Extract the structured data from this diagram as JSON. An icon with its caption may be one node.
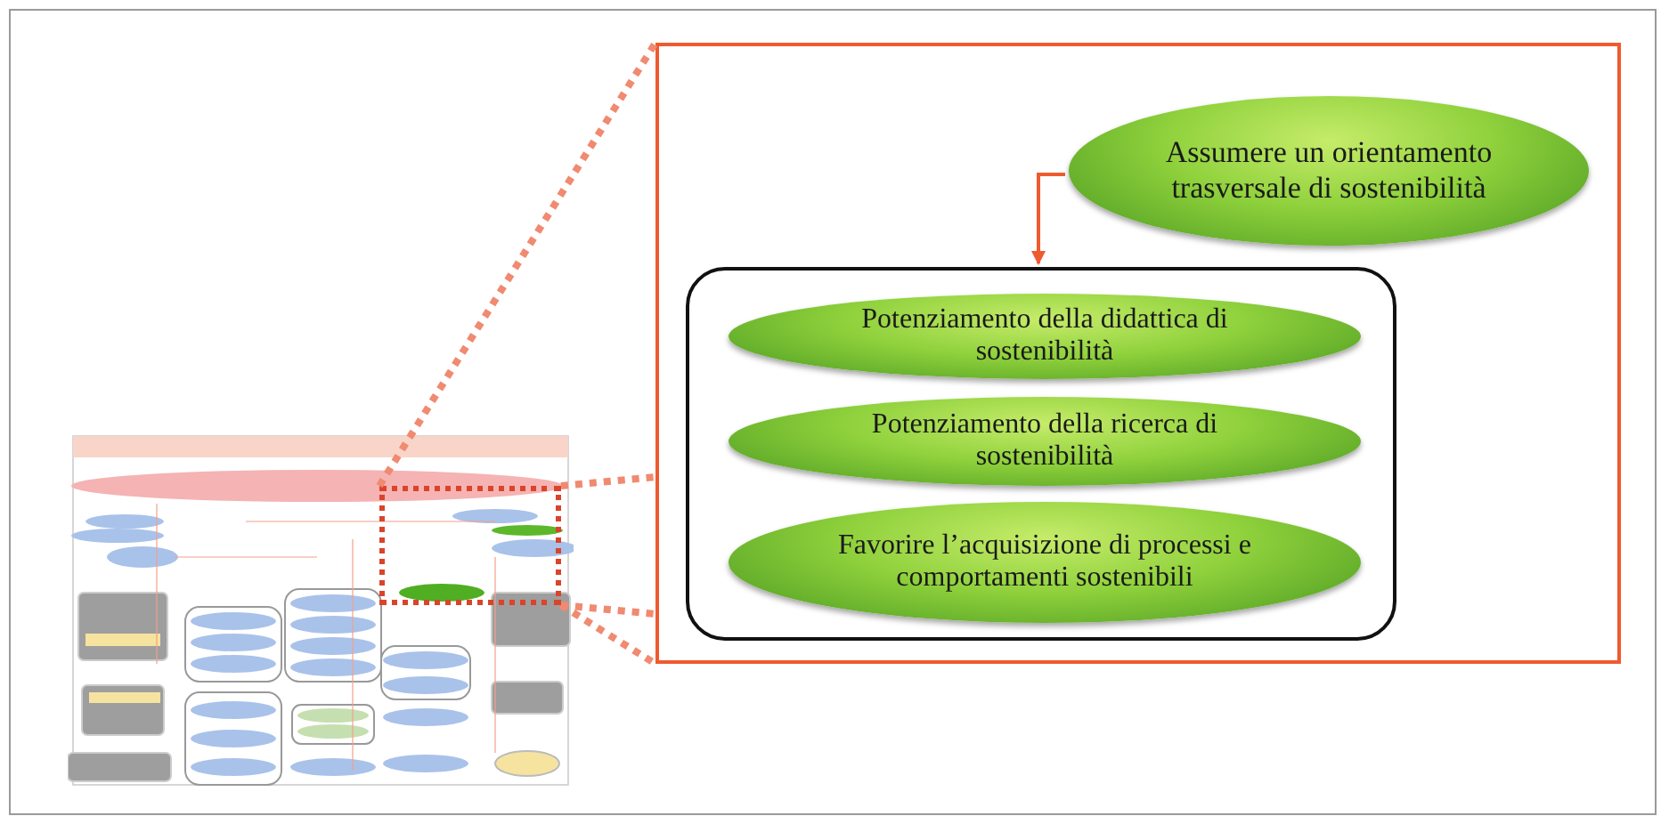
{
  "diagram": {
    "nodes": [
      {
        "text": [],
        "shape": "picture"
      },
      {
        "text": [],
        "shape": "box",
        "in": 0
      },
      {
        "text": [],
        "shape": "box"
      },
      {
        "text": [
          "Assumere un orientamento trasversale di sostenibilità"
        ],
        "in": 2
      },
      {
        "text": [],
        "shape": "box",
        "in": 2
      },
      {
        "text": [
          "Potenziamento della didattica di sostenibilità"
        ],
        "in": 4
      },
      {
        "text": [
          "Potenziamento della ricerca di sostenibilità"
        ],
        "in": 4
      },
      {
        "text": [
          "Favorire l’acquisizione di processi e comportamenti sostenibili"
        ],
        "in": 4
      }
    ],
    "edges": [
      {
        "from": 1,
        "to": 2,
        "arrow": "none",
        "style": "dashed"
      },
      {
        "from": 1,
        "to": 2,
        "arrow": "none",
        "style": "dashed"
      },
      {
        "from": 1,
        "to": 2,
        "arrow": "none",
        "style": "dashed"
      },
      {
        "from": 1,
        "to": 2,
        "arrow": "none",
        "style": "dashed"
      },
      {
        "from": 3,
        "to": 4,
        "arrow": "to"
      }
    ]
  }
}
